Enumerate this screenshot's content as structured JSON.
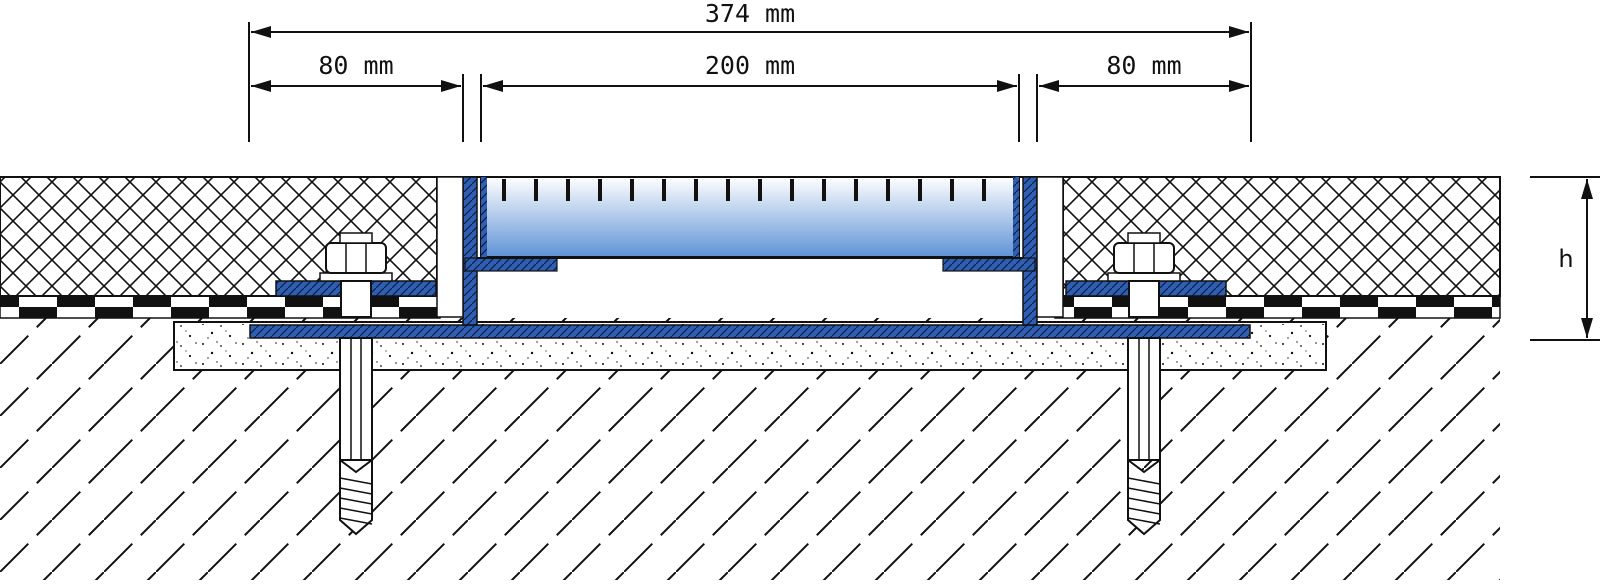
{
  "dimensions": {
    "overall": "374 mm",
    "left_flange": "80 mm",
    "channel": "200 mm",
    "right_flange": "80 mm",
    "height_label": "h"
  },
  "colors": {
    "steel_blue": "#2f5fb3",
    "grate_top": "#ffffff",
    "grate_bottom": "#5f93d6",
    "line": "#111111"
  },
  "layers": [
    "tile-crosshatch",
    "membrane-checker",
    "screed-speckle",
    "concrete-hatch"
  ],
  "components": [
    "drain-grate",
    "steel-channel",
    "clamping-flange-left",
    "clamping-flange-right",
    "hex-bolt-left",
    "hex-bolt-right",
    "anchor-left",
    "anchor-right"
  ]
}
